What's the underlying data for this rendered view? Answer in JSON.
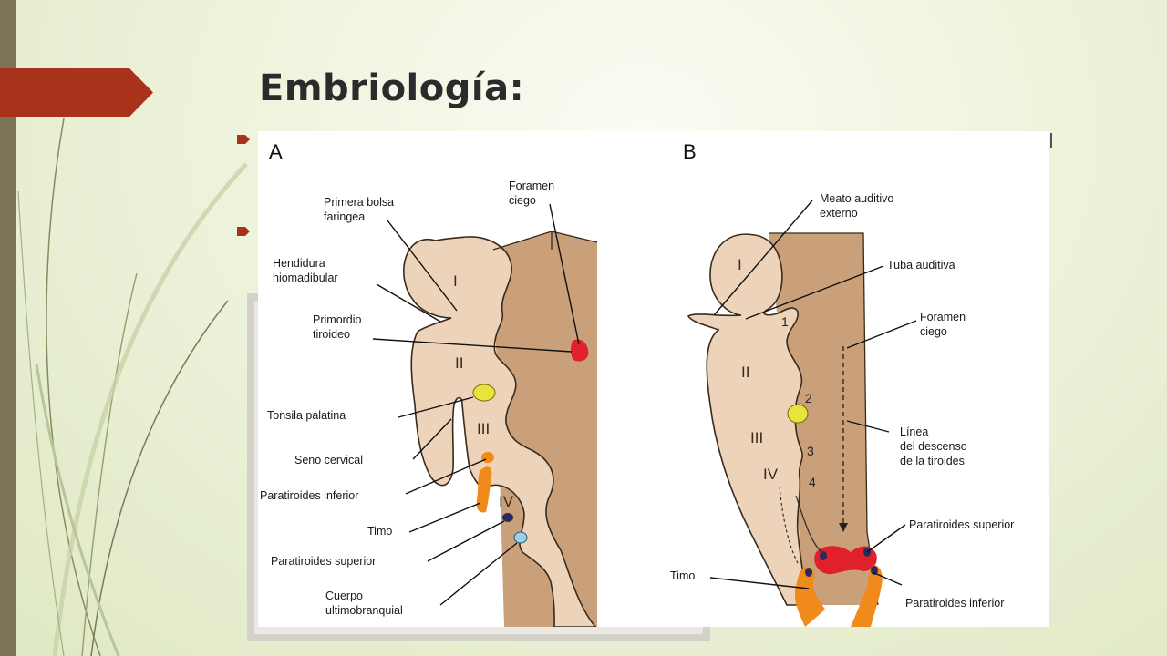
{
  "slide": {
    "title": "Embriología:"
  },
  "colors": {
    "accent": "#a8321a",
    "left_bar": "#7c7458",
    "tissue_light": "#ecd3b9",
    "tissue_dark": "#c9a07a",
    "thyroid": "#e0202a",
    "thymus": "#f08a1a",
    "tonsil": "#e8e43a"
  },
  "figure": {
    "panel_a": {
      "letter": "A",
      "labels": {
        "primera_bolsa": [
          "Primera bolsa",
          "faringea"
        ],
        "foramen_ciego": [
          "Foramen",
          "ciego"
        ],
        "hendidura": [
          "Hendidura",
          "hiomadibular"
        ],
        "primordio": [
          "Primordio",
          "tiroideo"
        ],
        "tonsila": "Tonsila palatina",
        "seno": "Seno cervical",
        "paratiroides_inf": "Paratiroides inferior",
        "timo": "Timo",
        "paratiroides_sup": "Paratiroides superior",
        "cuerpo": [
          "Cuerpo",
          "ultimobranquial"
        ]
      },
      "arches": [
        "I",
        "II",
        "III",
        "IV"
      ]
    },
    "panel_b": {
      "letter": "B",
      "labels": {
        "meato": [
          "Meato auditivo",
          "externo"
        ],
        "tuba": "Tuba auditiva",
        "foramen": [
          "Foramen",
          "ciego"
        ],
        "linea": [
          "Línea",
          "del descenso",
          "de la tiroides"
        ],
        "paratiroides_sup": "Paratiroides superior",
        "timo": "Timo",
        "paratiroides_inf": "Paratiroides inferior"
      },
      "arches": [
        "I",
        "II",
        "III",
        "IV"
      ],
      "pouch_numbers": [
        "1",
        "2",
        "3",
        "4"
      ]
    }
  }
}
